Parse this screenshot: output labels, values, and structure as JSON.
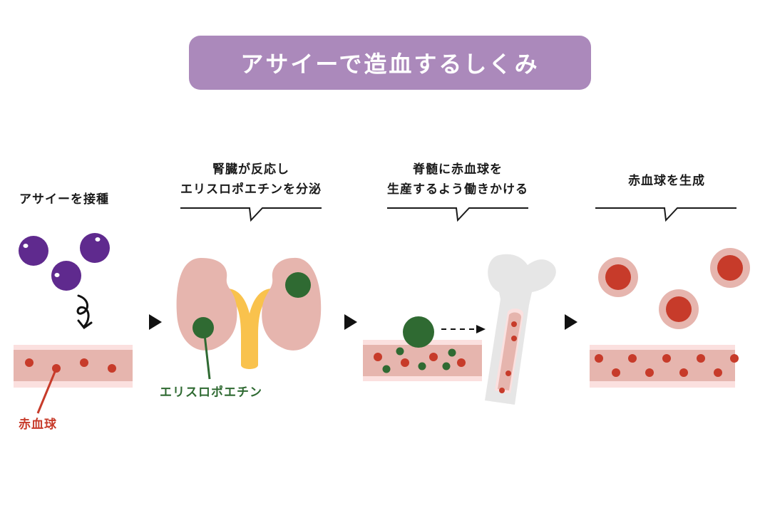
{
  "title": "アサイーで造血するしくみ",
  "colors": {
    "title_bg": "#ab89bb",
    "acai": "#5f2a8e",
    "vessel_outer": "#fbe0df",
    "vessel_inner": "#e6b5ae",
    "red_cell": "#c73b2a",
    "epo": "#2f6a32",
    "kidney": "#e6b5ae",
    "ureter": "#f9c24d",
    "bone": "#e6e6e6"
  },
  "steps": [
    {
      "caption_lines": [
        "アサイーを接種"
      ]
    },
    {
      "caption_lines": [
        "腎臓が反応し",
        "エリスロポエチンを分泌"
      ]
    },
    {
      "caption_lines": [
        "脊髄に赤血球を",
        "生産するよう働きかける"
      ]
    },
    {
      "caption_lines": [
        "赤血球を生成"
      ]
    }
  ],
  "labels": {
    "red_blood_cell": "赤血球",
    "erythropoietin": "エリスロポエチン"
  }
}
